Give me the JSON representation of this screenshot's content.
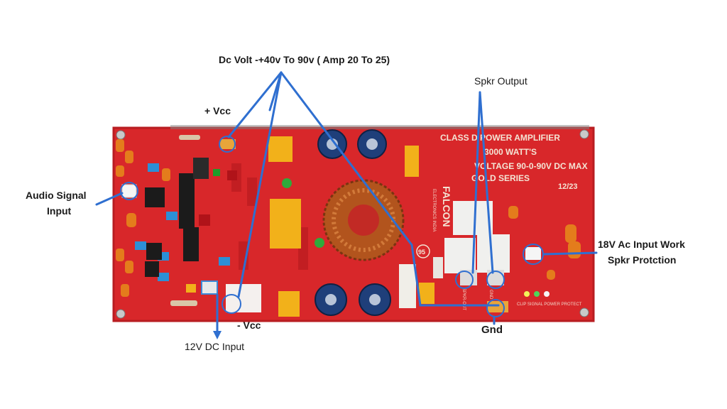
{
  "callouts": {
    "dc_volt": "Dc Volt  -+40v To 90v  ( Amp 20 To 25)",
    "spkr_output": "Spkr Output",
    "plus_vcc": "+ Vcc",
    "minus_vcc": "- Vcc",
    "audio_signal_line1": "Audio Signal",
    "audio_signal_line2": "Input",
    "ac_input_line1": "18V Ac Input Work",
    "ac_input_line2": "Spkr Protction",
    "gnd": "Gnd",
    "dc_12v": "12V DC Input"
  },
  "board": {
    "title_line1": "CLASS D POWER AMPLIFIER",
    "title_line2": "3000 WATT'S",
    "title_line3": "VOLTAGE 90-0-90V DC MAX",
    "title_line4": "GOLD SERIES",
    "date_code": "12/23",
    "brand": "FALCON",
    "brand_sub": "ELECTRONICS INDIA",
    "badge_95": "95",
    "pad_spkr_out": "SPKR-OUT",
    "pad_gnd": "GND",
    "bottom_right_text": "CLIP SIGNAL POWER PROTECT"
  },
  "colors": {
    "pcb": "#d8272a",
    "pcb_dark": "#b81d21",
    "callout_line": "#2f6fd0",
    "capacitor_blue": "#1f3f7a",
    "capacitor_yellow": "#f2b11a",
    "relay_white": "#f0f0ee",
    "toroid_copper": "#b2541d"
  }
}
